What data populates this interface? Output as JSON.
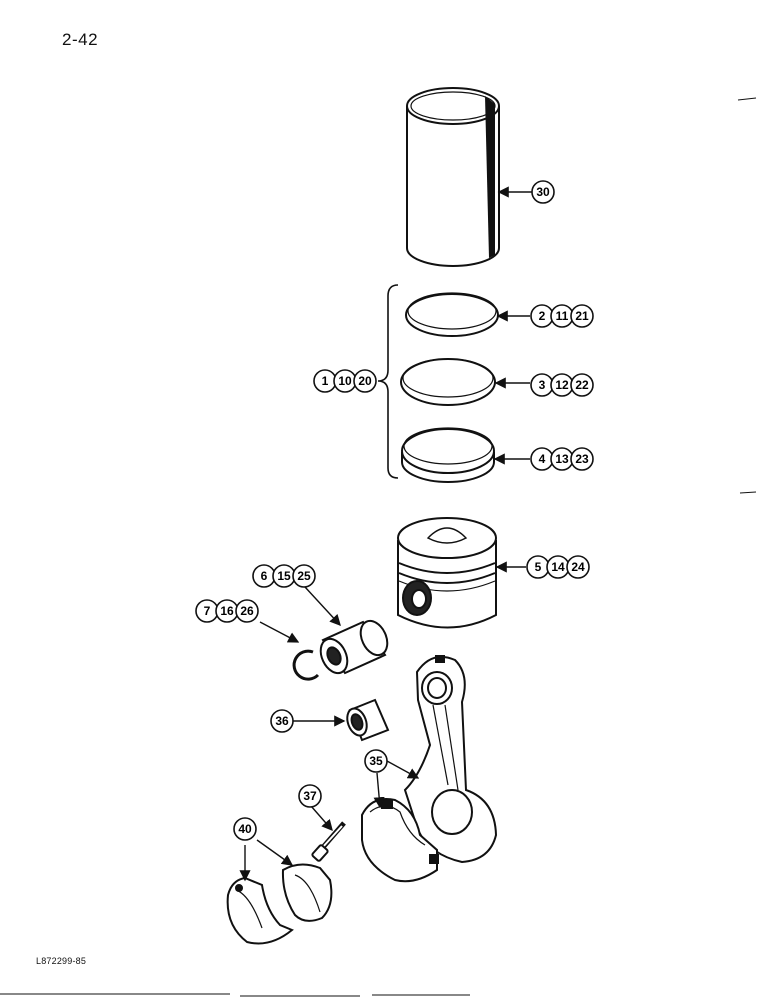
{
  "page": {
    "page_number": "2-42",
    "figure_code": "L872299-85"
  },
  "callouts": {
    "cylinder_sleeve": [
      "30"
    ],
    "top_ring": [
      "2",
      "11",
      "21"
    ],
    "second_ring": [
      "3",
      "12",
      "22"
    ],
    "oil_ring": [
      "4",
      "13",
      "23"
    ],
    "ring_set": [
      "1",
      "10",
      "20"
    ],
    "piston": [
      "5",
      "14",
      "24"
    ],
    "piston_pin": [
      "6",
      "15",
      "25"
    ],
    "retaining_ring": [
      "7",
      "16",
      "26"
    ],
    "pin_bushing": [
      "36"
    ],
    "connecting_rod": [
      "35"
    ],
    "rod_bolt": [
      "37"
    ],
    "bearing_shells": [
      "40"
    ]
  }
}
